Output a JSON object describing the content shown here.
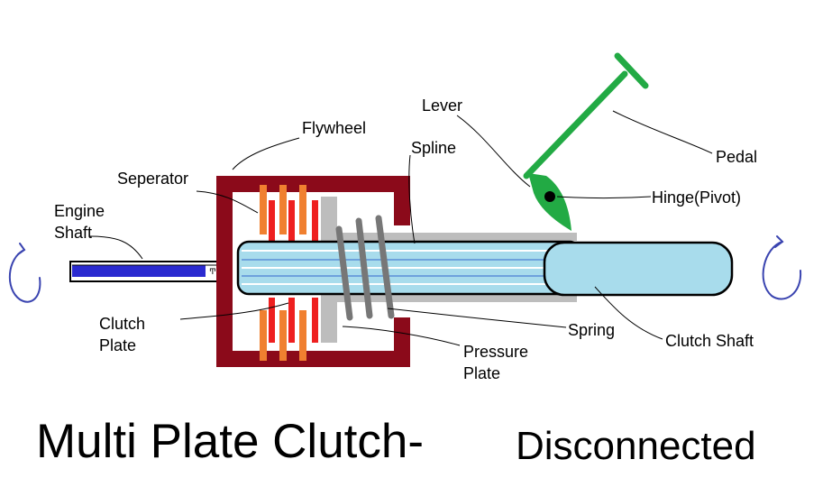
{
  "labels": {
    "engine_shaft": [
      "Engine",
      "Shaft"
    ],
    "seperator": "Seperator",
    "flywheel": "Flywheel",
    "spline": "Spline",
    "lever": "Lever",
    "pedal": "Pedal",
    "hinge": "Hinge(Pivot)",
    "clutch_plate": [
      "Clutch",
      "Plate"
    ],
    "spring": "Spring",
    "pressure_plate": [
      "Pressure",
      "Plate"
    ],
    "clutch_shaft": "Clutch Shaft"
  },
  "title": {
    "main": "Multi Plate Clutch-",
    "state": "Disconnected"
  },
  "colors": {
    "flywheel": "#8b0a1a",
    "separator": "#f08030",
    "clutch_plate": "#ee2020",
    "engine_shaft": "#2a2ad0",
    "shaft_fill": "#a8dcec",
    "pressure_plate": "#bdbdbd",
    "spring": "#777777",
    "lever": "#22aa44",
    "rotation_arrow": "#3a44b0"
  },
  "icons": {
    "rotation_left": "rotation-arrow-icon",
    "rotation_right": "rotation-arrow-icon",
    "hinge": "pivot-dot-icon"
  }
}
